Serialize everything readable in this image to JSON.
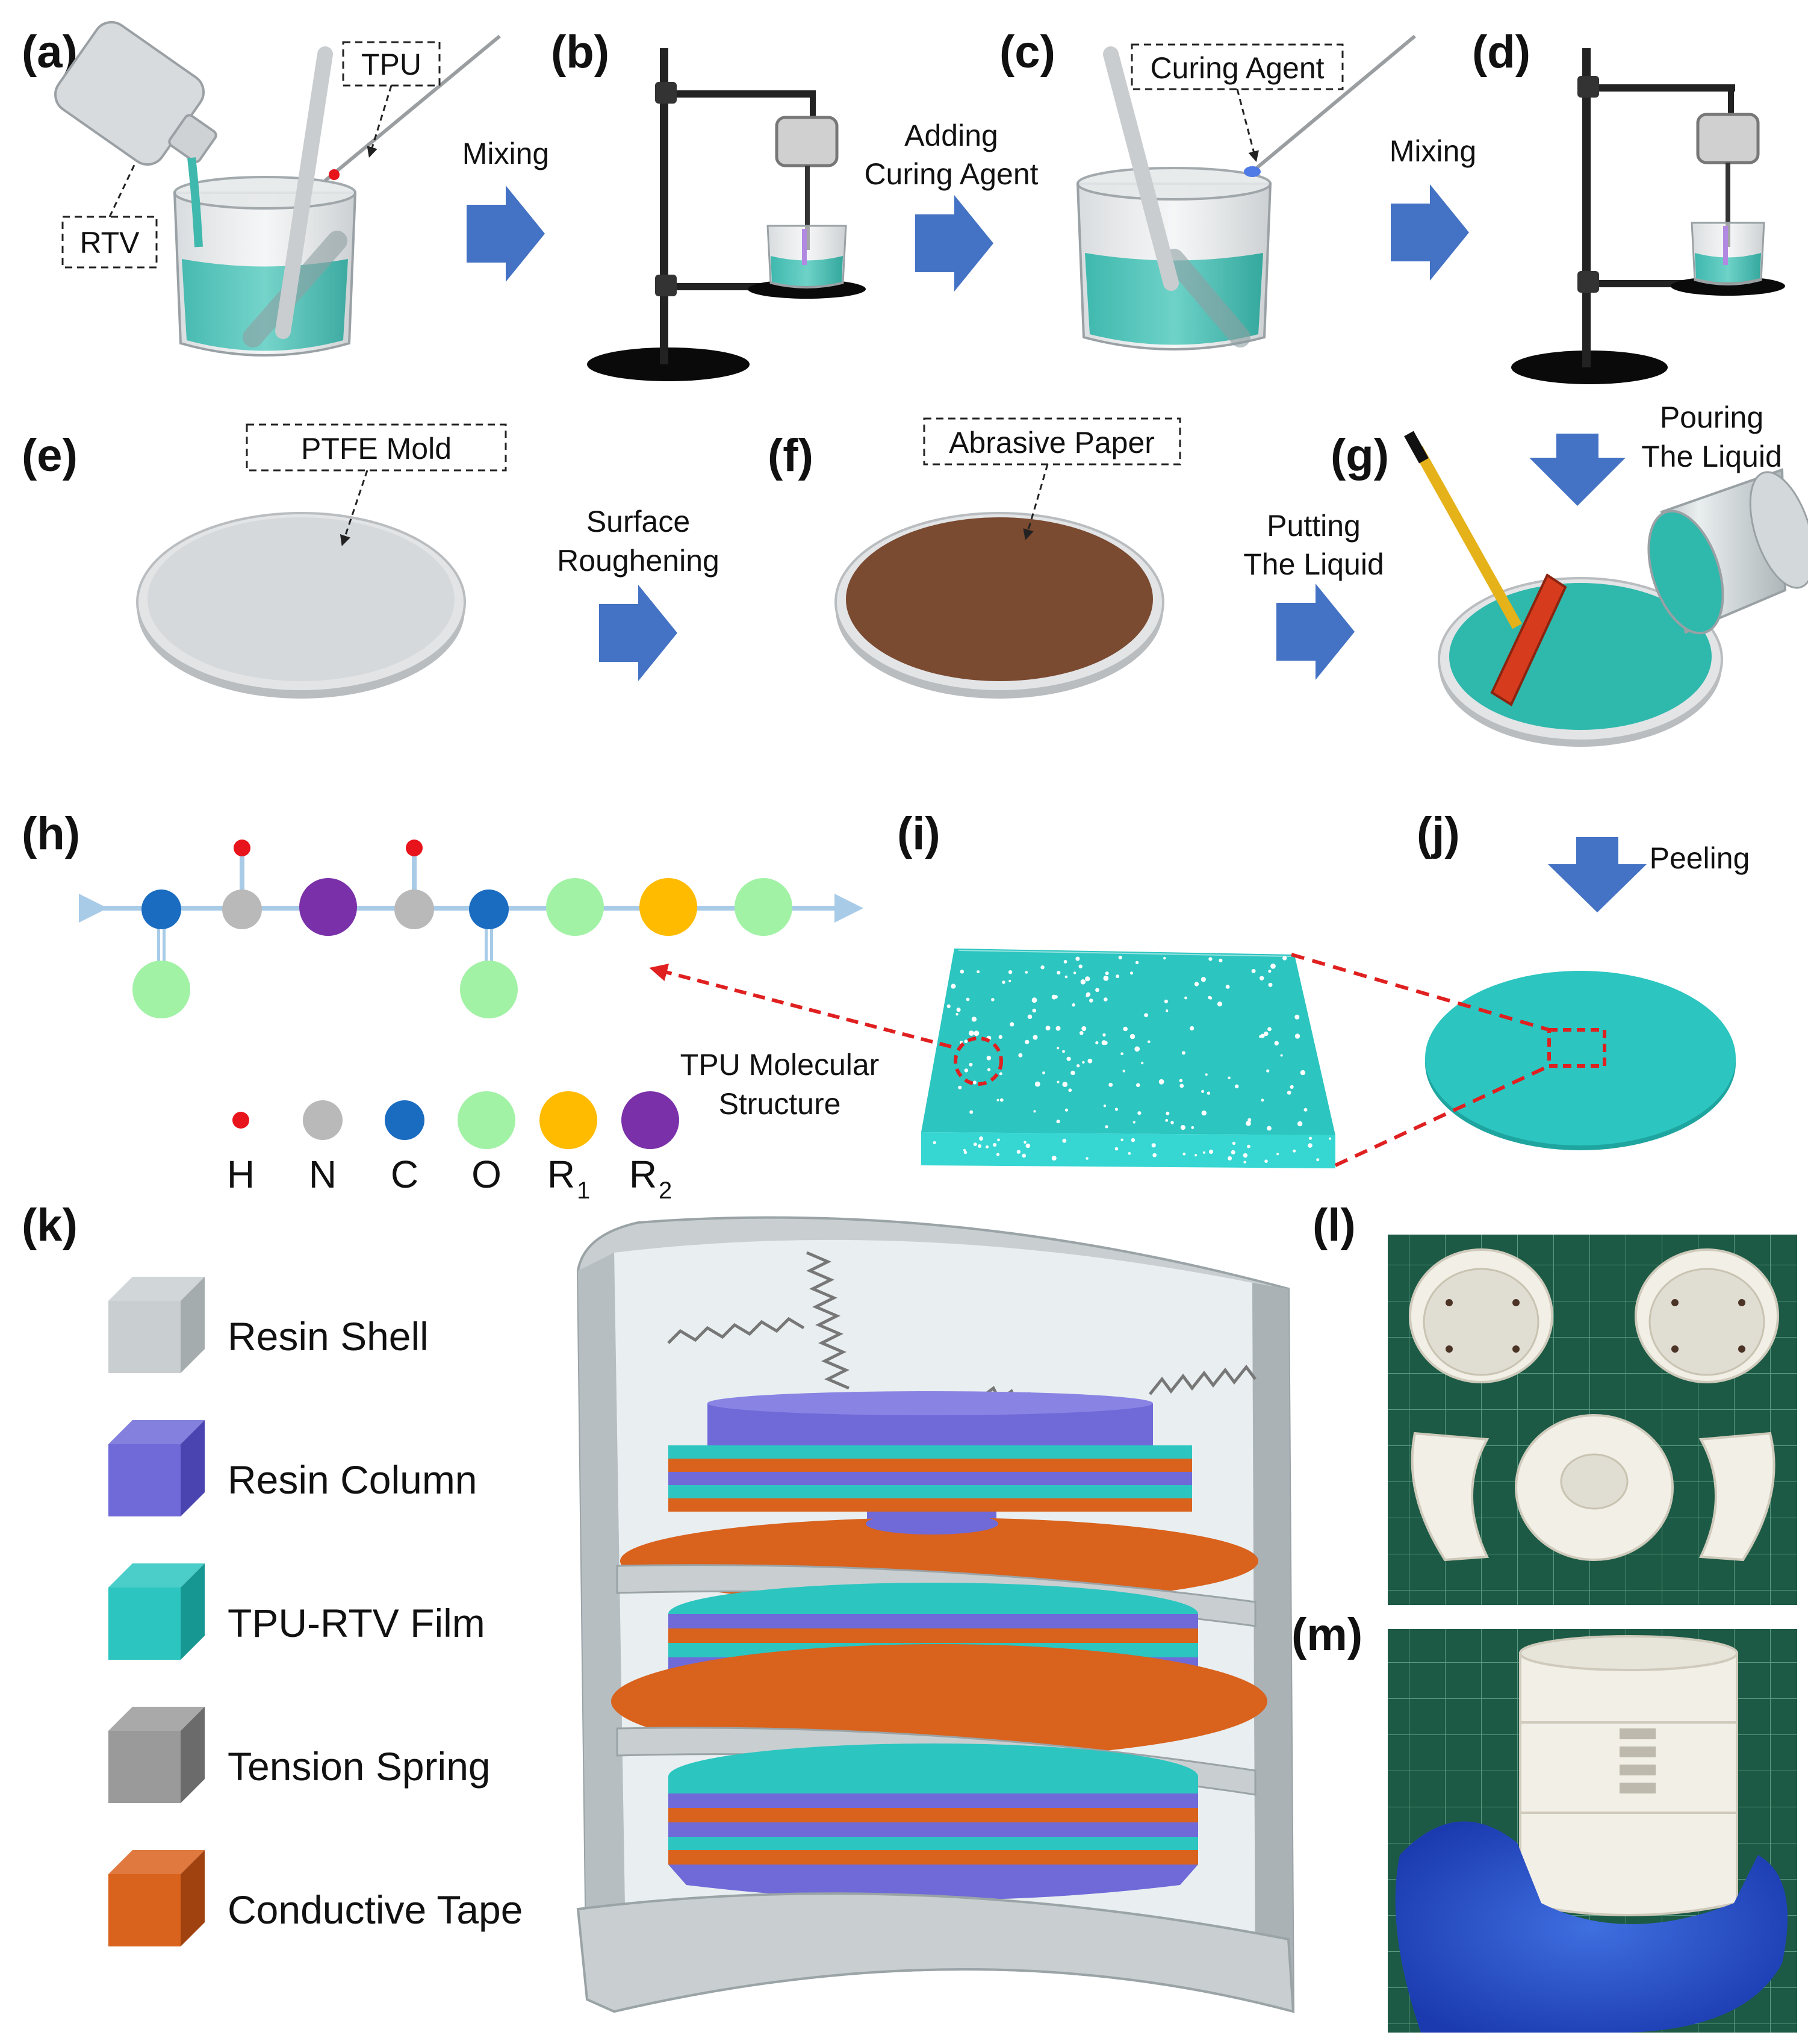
{
  "colors": {
    "arrow": "#4472c4",
    "tpu_film": "#2cc5c0",
    "liquid": "#41b9ae",
    "abrasive": "#7a4a31",
    "ptfe": "#d6d9dc",
    "resin_column": "#6f6ad8",
    "conductive_tape": "#d9621d",
    "resin_shell": "#c9cfd1",
    "red_dash": "#e02020"
  },
  "panels": {
    "a": {
      "label": "(a)",
      "callouts": {
        "rtv": "RTV",
        "tpu": "TPU"
      }
    },
    "b": {
      "label": "(b)"
    },
    "c": {
      "label": "(c)",
      "callouts": {
        "curing_agent": "Curing Agent"
      }
    },
    "d": {
      "label": "(d)"
    },
    "e": {
      "label": "(e)",
      "callouts": {
        "ptfe_mold": "PTFE Mold"
      }
    },
    "f": {
      "label": "(f)",
      "callouts": {
        "abrasive_paper": "Abrasive Paper"
      }
    },
    "g": {
      "label": "(g)"
    },
    "h": {
      "label": "(h)"
    },
    "i": {
      "label": "(i)",
      "callouts": {
        "tpu_molecular": [
          "TPU Molecular",
          "Structure"
        ]
      }
    },
    "j": {
      "label": "(j)"
    },
    "k": {
      "label": "(k)"
    },
    "l": {
      "label": "(l)"
    },
    "m": {
      "label": "(m)"
    }
  },
  "steps": {
    "a_to_b": [
      "Mixing"
    ],
    "b_to_c": [
      "Adding",
      "Curing Agent"
    ],
    "c_to_d": [
      "Mixing"
    ],
    "e_to_f": [
      "Surface",
      "Roughening"
    ],
    "f_to_g": [
      "Putting",
      "The Liquid"
    ],
    "g_pour": [
      "Pouring",
      "The Liquid"
    ],
    "j_peel": [
      "Peeling"
    ]
  },
  "atom_legend": [
    {
      "symbol": "H",
      "sub": "",
      "color": "#e8141b",
      "size": "tiny"
    },
    {
      "symbol": "N",
      "sub": "",
      "color": "#b9b9b9",
      "size": "small"
    },
    {
      "symbol": "C",
      "sub": "",
      "color": "#1a6cc0",
      "size": "small"
    },
    {
      "symbol": "O",
      "sub": "",
      "color": "#a2f2a6",
      "size": "large"
    },
    {
      "symbol": "R",
      "sub": "1",
      "color": "#ffbb00",
      "size": "large"
    },
    {
      "symbol": "R",
      "sub": "2",
      "color": "#7a30a8",
      "size": "large"
    }
  ],
  "material_legend": [
    {
      "name": "Resin Shell",
      "color": "#c9cfd1",
      "shade": "#a5acae"
    },
    {
      "name": "Resin Column",
      "color": "#6f6ad8",
      "shade": "#4a44b0"
    },
    {
      "name": "TPU-RTV Film",
      "color": "#2cc5c0",
      "shade": "#179792"
    },
    {
      "name": "Tension Spring",
      "color": "#9a9a9a",
      "shade": "#6b6b6b"
    },
    {
      "name": "Conductive Tape",
      "color": "#d9621d",
      "shade": "#a04210"
    }
  ]
}
